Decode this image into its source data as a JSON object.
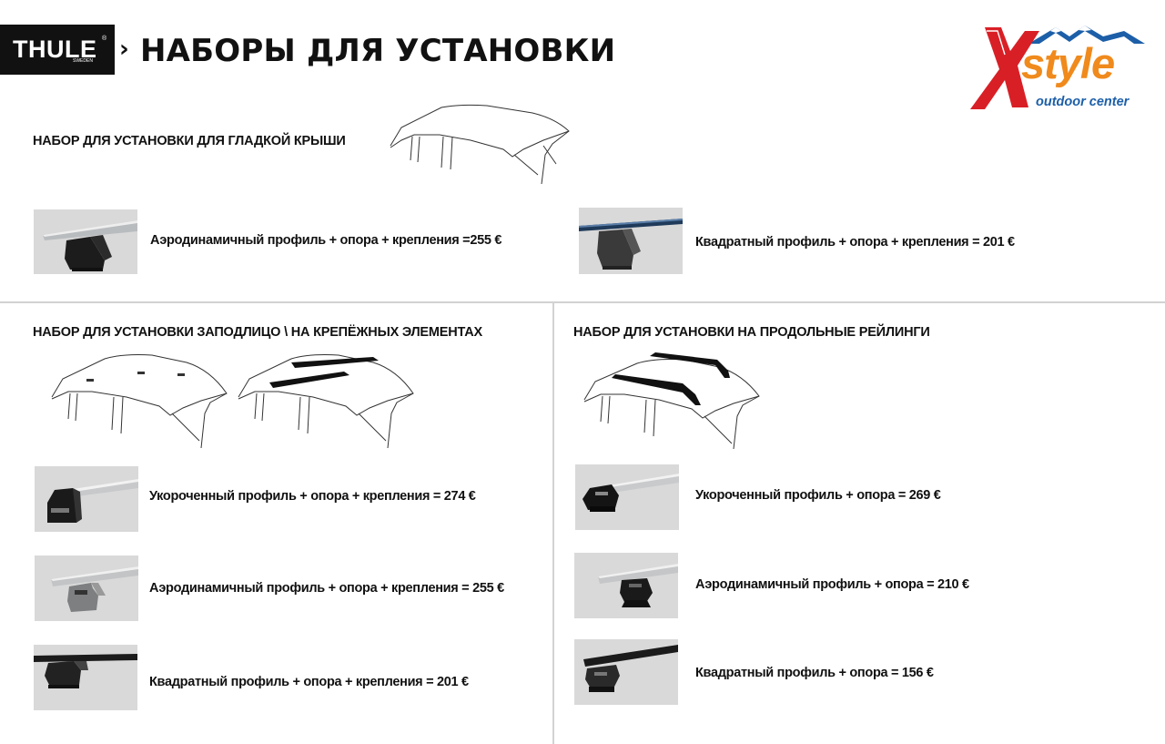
{
  "header": {
    "brand": "THULE",
    "brand_sub": "SWEDEN",
    "brand_reg": "®",
    "chevron": "›",
    "title": "НАБОРЫ ДЛЯ УСТАНОВКИ"
  },
  "partner_logo": {
    "main": "style",
    "sub": "outdoor center",
    "colors": {
      "red": "#d91f26",
      "orange": "#f08a1c",
      "blue": "#1c5fa8"
    }
  },
  "sections": {
    "smooth": {
      "title": "НАБОР ДЛЯ УСТАНОВКИ ДЛЯ ГЛАДКОЙ КРЫШИ",
      "items": [
        {
          "label": "Аэродинамичный профиль + опора + крепления =255 €",
          "product": "aero-bar-foot"
        },
        {
          "label": "Квадратный профиль + опора + крепления = 201 €",
          "product": "square-bar-foot"
        }
      ]
    },
    "flush": {
      "title": "НАБОР ДЛЯ УСТАНОВКИ ЗАПОДЛИЦО \\ НА КРЕПЁЖНЫХ ЭЛЕМЕНТАХ",
      "items": [
        {
          "label": "Укороченный профиль + опора + крепления = 274 €",
          "product": "wingbar-edge"
        },
        {
          "label": "Аэродинамичный профиль + опора + крепления = 255 €",
          "product": "aero-bar-foot"
        },
        {
          "label": "Квадратный профиль + опора + крепления = 201 €",
          "product": "square-bar-foot"
        }
      ]
    },
    "rails": {
      "title": "НАБОР ДЛЯ УСТАНОВКИ НА ПРОДОЛЬНЫЕ РЕЙЛИНГИ",
      "items": [
        {
          "label": "Укороченный профиль + опора = 269 €",
          "product": "wingbar-edge-rail"
        },
        {
          "label": "Аэродинамичный профиль + опора = 210 €",
          "product": "aero-bar-rail"
        },
        {
          "label": "Квадратный профиль + опора =  156 €",
          "product": "square-bar-rail"
        }
      ]
    }
  }
}
